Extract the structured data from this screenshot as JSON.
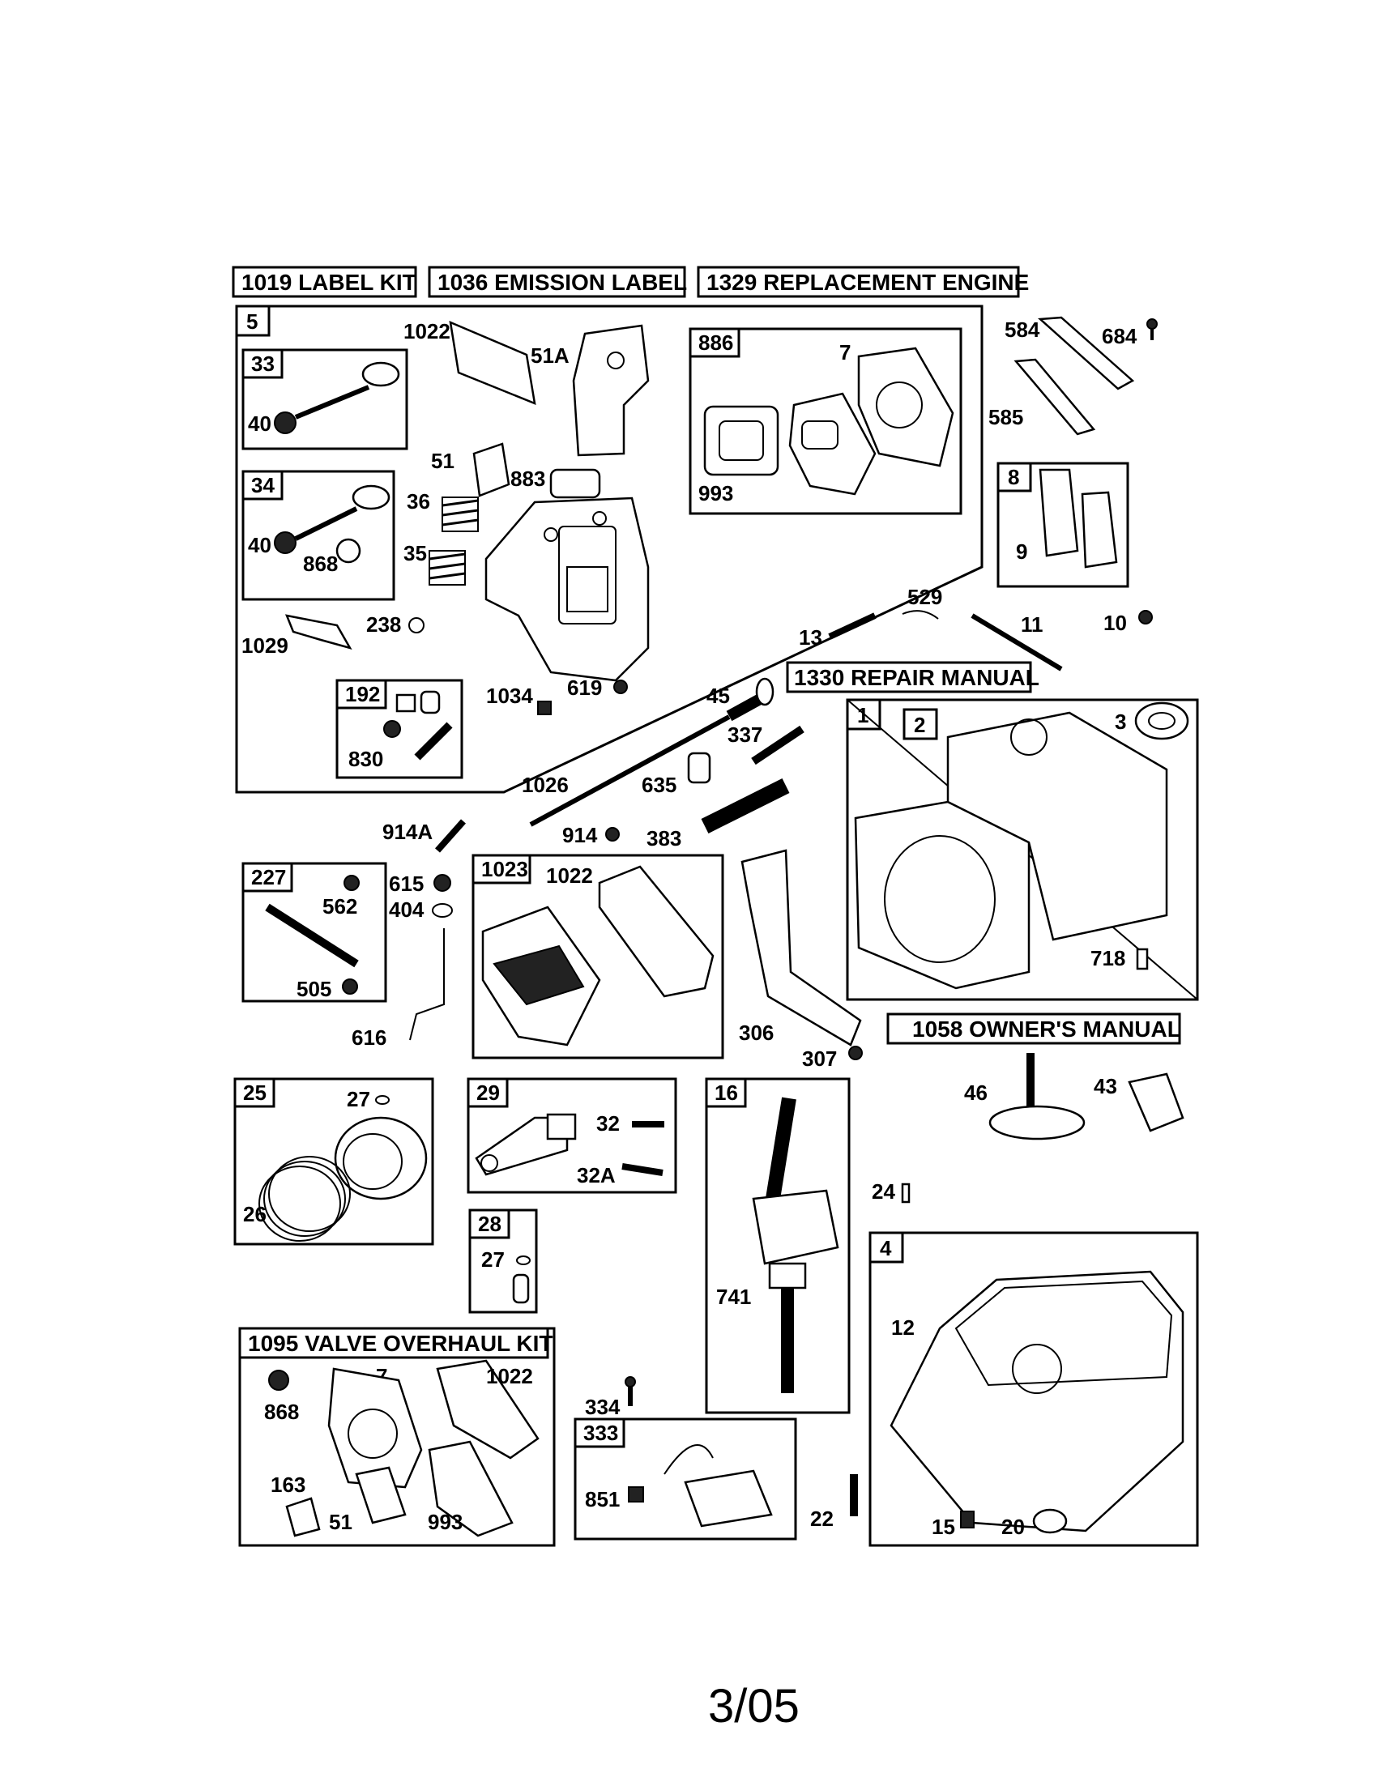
{
  "headers": {
    "label_kit": "1019 LABEL KIT",
    "emission_label": "1036 EMISSION LABEL",
    "replacement_engine": "1329 REPLACEMENT ENGINE",
    "repair_manual": "1330 REPAIR MANUAL",
    "owners_manual": "1058 OWNER'S MANUAL",
    "valve_overhaul_kit": "1095 VALVE OVERHAUL KIT"
  },
  "boxes": {
    "cylinder_head": "5",
    "exhaust_valve": "33",
    "intake_valve": "34",
    "gasket_set": "886",
    "rocker_cover_gasket": "8",
    "rocker_arm_kit": "192",
    "governor_lever": "227",
    "rocker_cover": "1023",
    "cylinder_assy": "1",
    "short_block": "2",
    "piston_assy": "25",
    "connecting_rod": "29",
    "pin_kit": "28",
    "crankshaft": "16",
    "sump": "4",
    "oil_pump": "333"
  },
  "parts": {
    "p1022": "1022",
    "p51A": "51A",
    "p51": "51",
    "p883": "883",
    "p40a": "40",
    "p40b": "40",
    "p36": "36",
    "p35": "35",
    "p868": "868",
    "p1029": "1029",
    "p238": "238",
    "p7": "7",
    "p993": "993",
    "p584": "584",
    "p684": "684",
    "p585": "585",
    "p9": "9",
    "p529": "529",
    "p13": "13",
    "p11": "11",
    "p10": "10",
    "p830": "830",
    "p1034": "1034",
    "p619": "619",
    "p45": "45",
    "p337": "337",
    "p1026": "1026",
    "p635": "635",
    "p914A": "914A",
    "p914": "914",
    "p383": "383",
    "p3": "3",
    "p718": "718",
    "p562": "562",
    "p615": "615",
    "p404": "404",
    "p505": "505",
    "p616": "616",
    "p1022b": "1022",
    "p306": "306",
    "p307": "307",
    "p46": "46",
    "p43": "43",
    "p27": "27",
    "p26": "26",
    "p32": "32",
    "p32A": "32A",
    "p27b": "27",
    "p741": "741",
    "p24": "24",
    "p12": "12",
    "k868": "868",
    "k7": "7",
    "k1022": "1022",
    "k163": "163",
    "k51": "51",
    "k993": "993",
    "p334": "334",
    "p851": "851",
    "p22": "22",
    "p15": "15",
    "p20": "20"
  },
  "footer": "3/05"
}
